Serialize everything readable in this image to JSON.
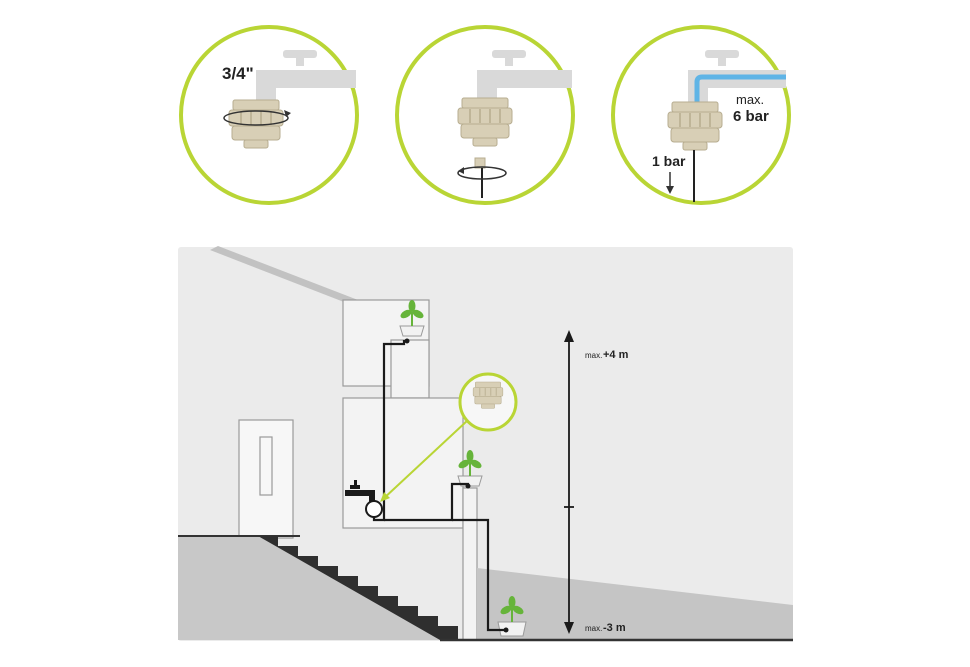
{
  "step1": {
    "size_label": "3/4\""
  },
  "step3": {
    "max_prefix": "max.",
    "max_value": "6 bar",
    "min_value": "1 bar"
  },
  "scene": {
    "height_top": {
      "prefix": "max.",
      "value": "+4 m"
    },
    "height_bottom": {
      "prefix": "max.",
      "value": "-3 m"
    }
  },
  "colors": {
    "ring": "#b9d535",
    "faucet": "#d9d9d9",
    "fitting": "#d8cfb6",
    "fitting_dark": "#bfb598",
    "hose_blue": "#5fb4e6",
    "wall": "#ebebeb",
    "ground": "#c5c5c5",
    "plant": "#66b43a"
  }
}
